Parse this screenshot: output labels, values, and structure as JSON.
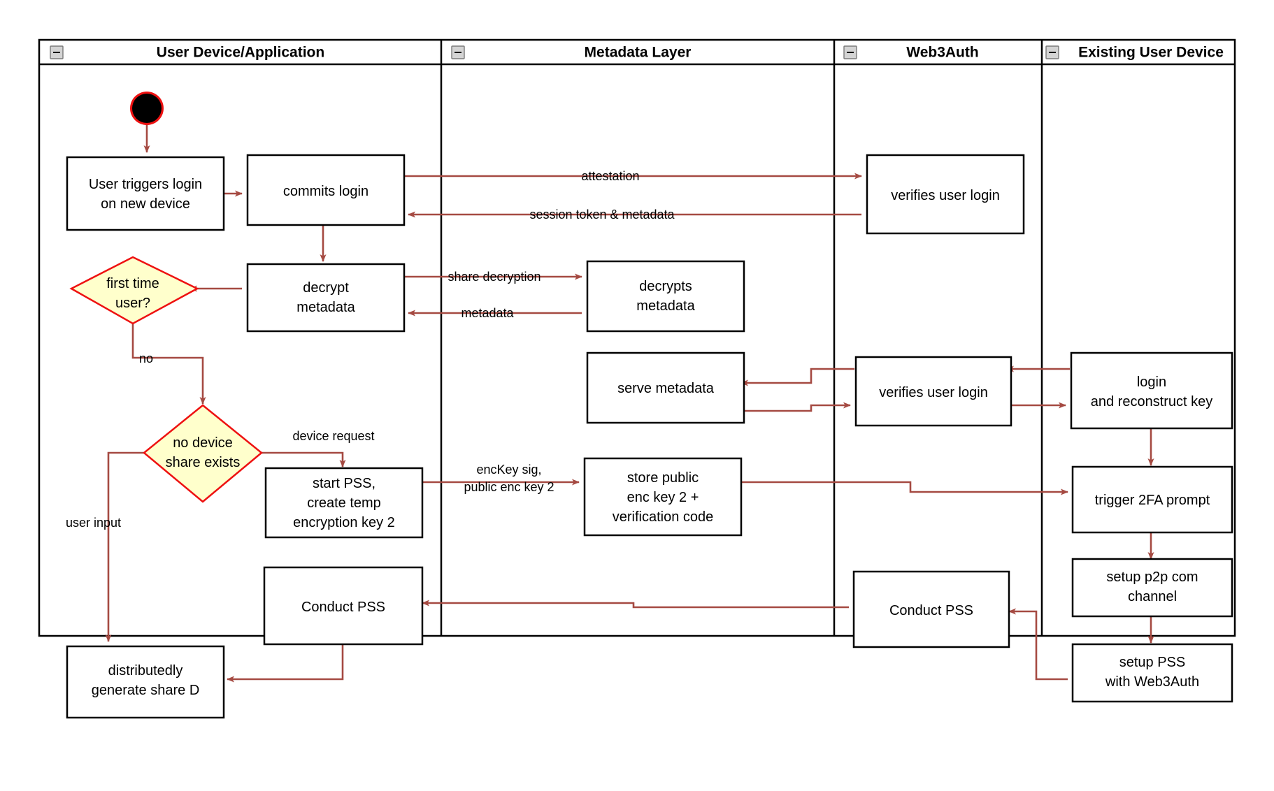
{
  "diagram": {
    "type": "uml-activity-swimlane",
    "title": "Web3Auth new device login / PSS flow",
    "colors": {
      "flow_arrow": "#a54a42",
      "decision_fill": "#ffffcc",
      "decision_stroke": "#ee1111",
      "node_stroke": "#000000",
      "node_fill": "#ffffff",
      "start_node_fill": "#000000",
      "start_node_ring": "#ee1111",
      "lane_border": "#000000"
    },
    "lanes": [
      {
        "id": "lane-user-device",
        "label": "User Device/Application"
      },
      {
        "id": "lane-metadata",
        "label": "Metadata Layer"
      },
      {
        "id": "lane-web3auth",
        "label": "Web3Auth"
      },
      {
        "id": "lane-existing-device",
        "label": "Existing User Device"
      }
    ],
    "collapse_control": "minus-icon",
    "nodes": [
      {
        "id": "start",
        "shape": "initial-node",
        "label": "",
        "lane": "lane-user-device"
      },
      {
        "id": "user-triggers-login",
        "shape": "activity",
        "label": "User triggers login\non new device",
        "lane": "lane-user-device"
      },
      {
        "id": "commits-login",
        "shape": "activity",
        "label": "commits login",
        "lane": "lane-user-device"
      },
      {
        "id": "verifies-user-login-1",
        "shape": "activity",
        "label": "verifies user login",
        "lane": "lane-web3auth"
      },
      {
        "id": "decrypt-metadata",
        "shape": "activity",
        "label": "decrypt\nmetadata",
        "lane": "lane-user-device"
      },
      {
        "id": "decrypts-metadata",
        "shape": "activity",
        "label": "decrypts\nmetadata",
        "lane": "lane-metadata"
      },
      {
        "id": "first-time-user",
        "shape": "decision",
        "label": "first time\nuser?",
        "lane": "lane-user-device"
      },
      {
        "id": "serve-metadata",
        "shape": "activity",
        "label": "serve metadata",
        "lane": "lane-metadata"
      },
      {
        "id": "verifies-user-login-2",
        "shape": "activity",
        "label": "verifies user login",
        "lane": "lane-web3auth"
      },
      {
        "id": "login-and-reconstruct-key",
        "shape": "activity",
        "label": "login\nand reconstruct key",
        "lane": "lane-existing-device"
      },
      {
        "id": "no-device-share-exists",
        "shape": "decision",
        "label": "no device\nshare exists",
        "lane": "lane-user-device"
      },
      {
        "id": "start-pss",
        "shape": "activity",
        "label": "start PSS,\ncreate temp\nencryption key 2",
        "lane": "lane-user-device"
      },
      {
        "id": "store-public-enc-key",
        "shape": "activity",
        "label": "store public\nenc key 2 +\nverification code",
        "lane": "lane-metadata"
      },
      {
        "id": "trigger-2fa-prompt",
        "shape": "activity",
        "label": "trigger 2FA prompt",
        "lane": "lane-existing-device"
      },
      {
        "id": "setup-p2p-com-channel",
        "shape": "activity",
        "label": "setup p2p com\nchannel",
        "lane": "lane-existing-device"
      },
      {
        "id": "setup-pss-with-web3auth",
        "shape": "activity",
        "label": "setup PSS\nwith Web3Auth",
        "lane": "lane-existing-device"
      },
      {
        "id": "conduct-pss-user",
        "shape": "activity",
        "label": "Conduct PSS",
        "lane": "lane-user-device"
      },
      {
        "id": "conduct-pss-web3auth",
        "shape": "activity",
        "label": "Conduct PSS",
        "lane": "lane-web3auth"
      },
      {
        "id": "distributedly-generate-share-d",
        "shape": "activity",
        "label": "distributedly\ngenerate share D",
        "lane": "lane-user-device"
      }
    ],
    "edge_labels": {
      "attestation": "attestation",
      "session_token": "session token & metadata",
      "share_decryption": "share decryption",
      "metadata": "metadata",
      "no": "no",
      "device_request": "device request",
      "enckey_sig_line1": "encKey sig,",
      "enckey_sig_line2": "public enc key 2",
      "user_input": "user input"
    },
    "node_text": {
      "user_triggers_login_1": "User triggers login",
      "user_triggers_login_2": "on new device",
      "commits_login": "commits login",
      "verifies_user_login_1": "verifies user login",
      "decrypt_1": "decrypt",
      "decrypt_2": "metadata",
      "decrypts_1": "decrypts",
      "decrypts_2": "metadata",
      "first_time_1": "first time",
      "first_time_2": "user?",
      "serve_metadata": "serve metadata",
      "verifies_user_login_2": "verifies user login",
      "login_1": "login",
      "login_2": "and reconstruct key",
      "no_device_1": "no device",
      "no_device_2": "share exists",
      "start_pss_1": "start PSS,",
      "start_pss_2": "create temp",
      "start_pss_3": "encryption key 2",
      "store_key_1": "store public",
      "store_key_2": "enc key 2 +",
      "store_key_3": "verification code",
      "trigger_2fa": "trigger 2FA prompt",
      "setup_p2p_1": "setup p2p com",
      "setup_p2p_2": "channel",
      "setup_pss_1": "setup PSS",
      "setup_pss_2": "with Web3Auth",
      "conduct_pss_user": "Conduct PSS",
      "conduct_pss_web3auth": "Conduct PSS",
      "share_d_1": "distributedly",
      "share_d_2": "generate share D"
    }
  }
}
